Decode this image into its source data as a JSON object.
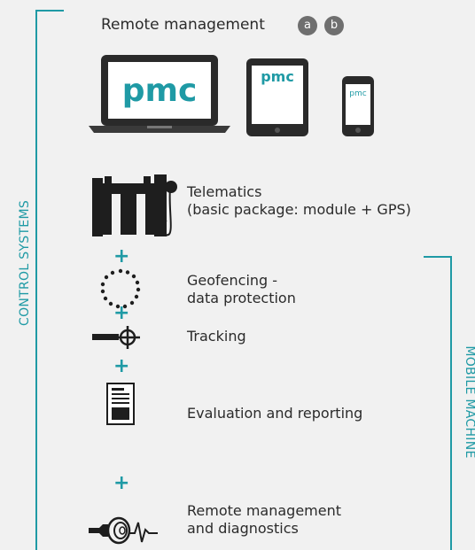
{
  "header": {
    "title": "Remote management",
    "badges": [
      "a",
      "b"
    ]
  },
  "devices": {
    "brand": "pmc"
  },
  "side_labels": {
    "left": "CONTROL SYSTEMS",
    "right": "MOBILE MACHINE"
  },
  "items": [
    {
      "icon": "telematics-module-icon",
      "lines": [
        "Telematics",
        "(basic package: module + GPS)"
      ]
    },
    {
      "icon": "geofence-circle-icon",
      "lines": [
        "Geofencing -",
        "data protection"
      ]
    },
    {
      "icon": "tracking-crosshair-icon",
      "lines": [
        "Tracking"
      ]
    },
    {
      "icon": "report-document-icon",
      "lines": [
        "Evaluation and reporting"
      ]
    },
    {
      "icon": "diagnostics-wrench-icon",
      "lines": [
        "Remote management",
        "and diagnostics"
      ]
    }
  ],
  "connector": "+",
  "colors": {
    "accent": "#1f9aa5",
    "dark": "#2b2b2b",
    "badge": "#6f6f6f"
  }
}
